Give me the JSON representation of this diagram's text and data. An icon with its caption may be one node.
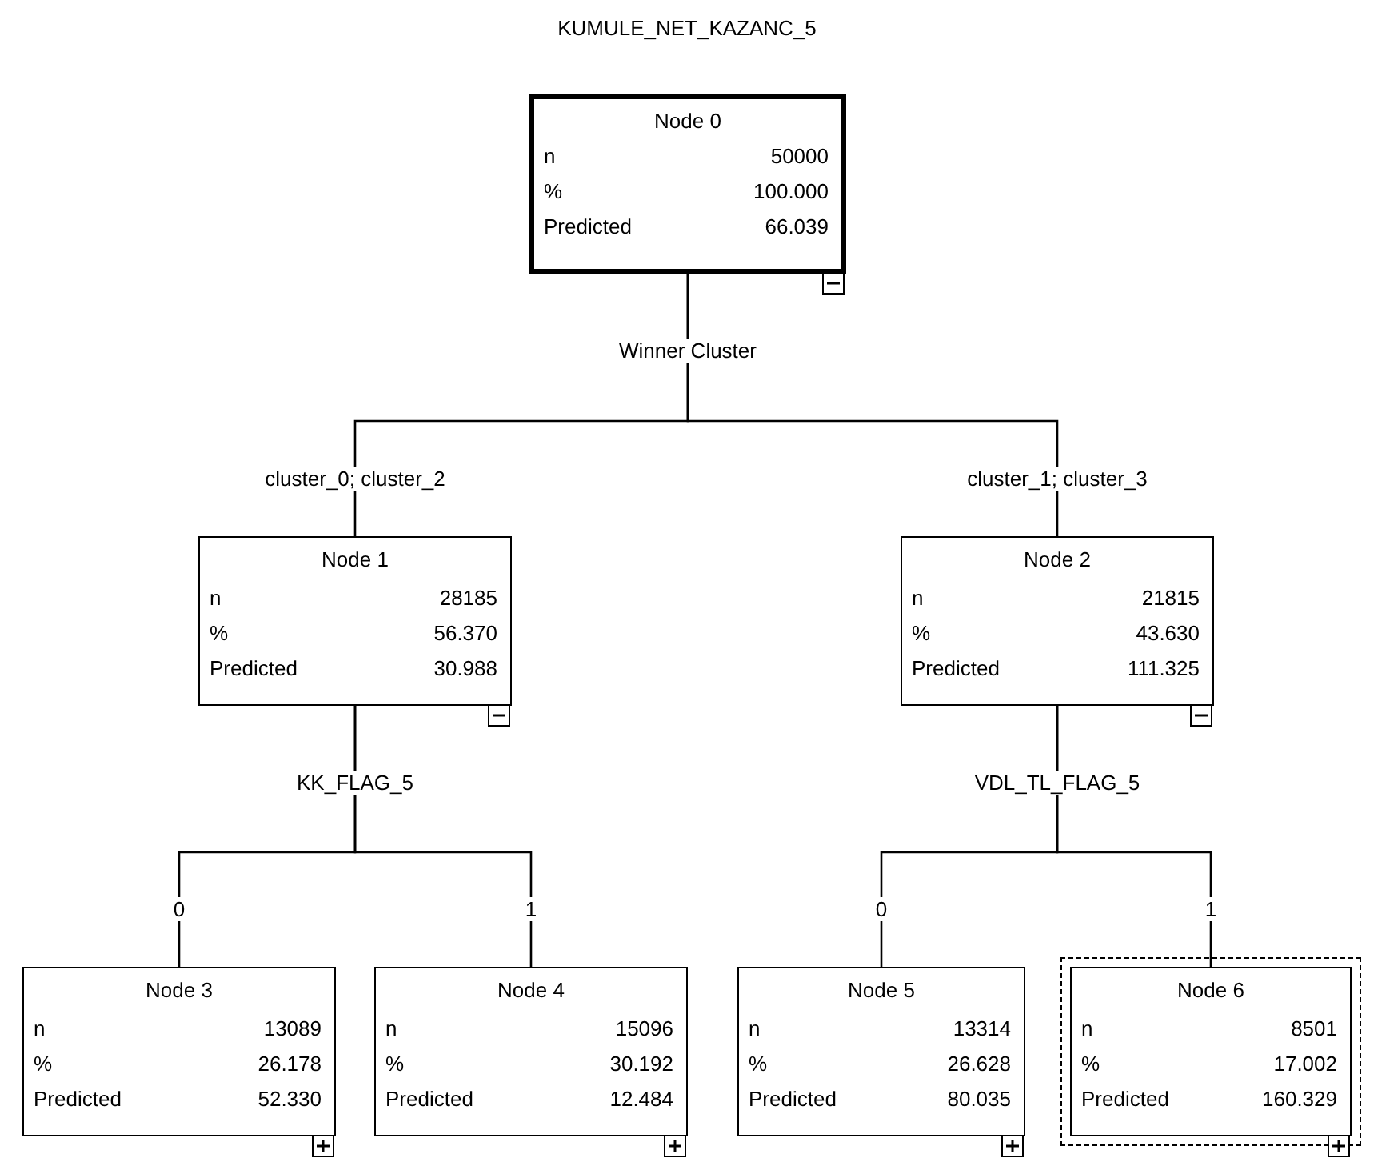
{
  "diagram": {
    "title": "KUMULE_NET_KAZANC_5",
    "nodes": [
      {
        "text": [
          "Node 0",
          "n",
          "50000",
          "%",
          "100.000",
          "Predicted",
          "66.039"
        ]
      },
      {
        "text": [
          "Node 1",
          "n",
          "28185",
          "%",
          "56.370",
          "Predicted",
          "30.988"
        ]
      },
      {
        "text": [
          "Node 2",
          "n",
          "21815",
          "%",
          "43.630",
          "Predicted",
          "111.325"
        ]
      },
      {
        "text": [
          "Node 3",
          "n",
          "13089",
          "%",
          "26.178",
          "Predicted",
          "52.330"
        ]
      },
      {
        "text": [
          "Node 4",
          "n",
          "15096",
          "%",
          "30.192",
          "Predicted",
          "12.484"
        ]
      },
      {
        "text": [
          "Node 5",
          "n",
          "13314",
          "%",
          "26.628",
          "Predicted",
          "80.035"
        ]
      },
      {
        "text": [
          "Node 6",
          "n",
          "8501",
          "%",
          "17.002",
          "Predicted",
          "160.329"
        ]
      }
    ],
    "edges": [
      {
        "from": 0,
        "to": 1,
        "arrow": "none",
        "label": "cluster_0; cluster_2"
      },
      {
        "from": 0,
        "to": 2,
        "arrow": "none",
        "label": "cluster_1; cluster_3"
      },
      {
        "from": 1,
        "to": 3,
        "arrow": "none",
        "label": "0"
      },
      {
        "from": 1,
        "to": 4,
        "arrow": "none",
        "label": "1"
      },
      {
        "from": 2,
        "to": 5,
        "arrow": "none",
        "label": "0"
      },
      {
        "from": 2,
        "to": 6,
        "arrow": "none",
        "label": "1"
      }
    ],
    "labels": [
      "Winner Cluster",
      "KK_FLAG_5",
      "VDL_TL_FLAG_5"
    ]
  }
}
